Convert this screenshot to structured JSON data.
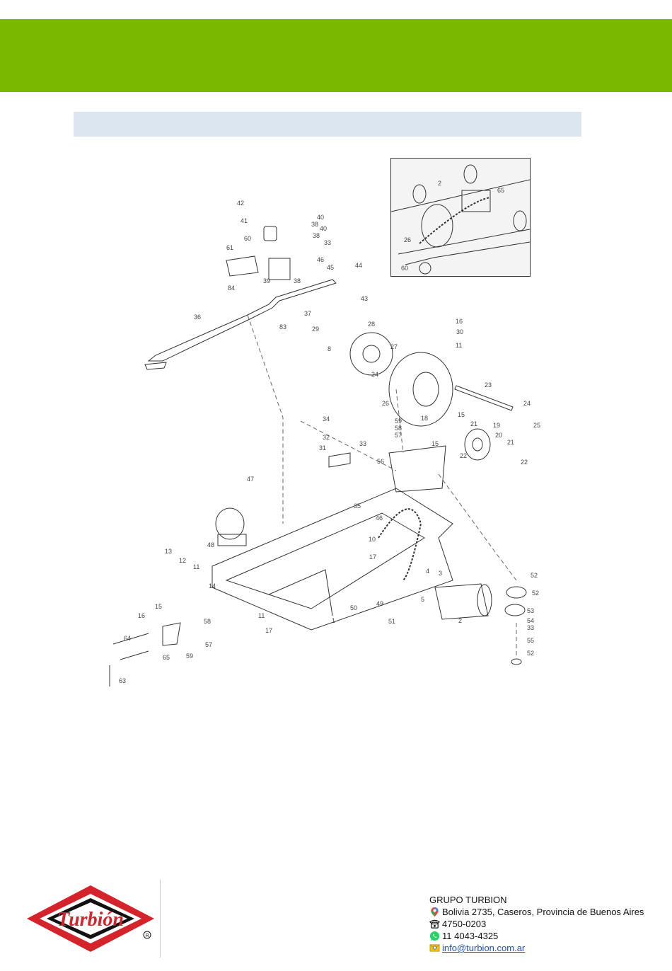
{
  "header": {
    "band_color": "#7ab800",
    "section_bar_color": "#dce6f1"
  },
  "diagram": {
    "main_callouts": [
      "42",
      "41",
      "60",
      "61",
      "84",
      "39",
      "38",
      "40",
      "38",
      "40",
      "38",
      "33",
      "46",
      "45",
      "44",
      "43",
      "36",
      "83",
      "37",
      "29",
      "8",
      "28",
      "27",
      "24",
      "26",
      "23",
      "24",
      "25",
      "16",
      "30",
      "11",
      "34",
      "32",
      "33",
      "31",
      "59",
      "58",
      "57",
      "56",
      "18",
      "15",
      "15",
      "22",
      "21",
      "19",
      "20",
      "21",
      "22",
      "47",
      "48",
      "35",
      "46",
      "10",
      "17",
      "13",
      "12",
      "11",
      "14",
      "15",
      "16",
      "58",
      "57",
      "59",
      "64",
      "65",
      "63",
      "11",
      "17",
      "50",
      "51",
      "49",
      "1",
      "2",
      "3",
      "4",
      "5",
      "52",
      "52",
      "53",
      "54",
      "33",
      "55",
      "52"
    ],
    "inset_callouts": [
      "2",
      "65",
      "26",
      "60"
    ]
  },
  "footer": {
    "logo_text": "Turbión",
    "company": "GRUPO TURBION",
    "address": "Bolivia 2735, Caseros, Provincia de Buenos Aires",
    "phone": "4750-0203",
    "whatsapp": "11 4043-4325",
    "email": "info@turbion.com.ar"
  }
}
